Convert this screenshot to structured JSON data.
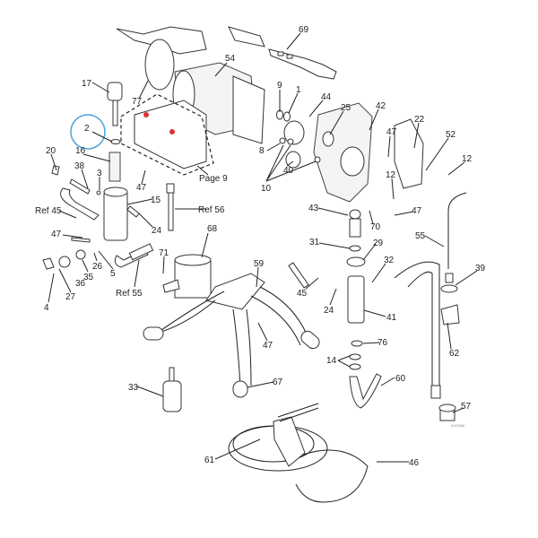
{
  "diagram": {
    "figure_id": "ti13256b",
    "highlight_color": "#4aa3d8",
    "callouts": {
      "c69": "69",
      "c54": "54",
      "c17": "17",
      "c77": "77",
      "c2": "2",
      "c9": "9",
      "c1": "1",
      "c44": "44",
      "c25": "25",
      "c42": "42",
      "c47a": "47",
      "c22": "22",
      "c52": "52",
      "c8": "8",
      "c40": "40",
      "c10": "10",
      "c12a": "12",
      "c12b": "12",
      "c20": "20",
      "c16": "16",
      "c38": "38",
      "c3": "3",
      "page9": "Page 9",
      "c47b": "47",
      "c15": "15",
      "ref45": "Ref 45",
      "ref56": "Ref 56",
      "c24a": "24",
      "c43": "43",
      "c70": "70",
      "c47c": "47",
      "c55": "55",
      "c68": "68",
      "c31": "31",
      "c29": "29",
      "c47d": "47",
      "c26": "26",
      "c5": "5",
      "c35": "35",
      "c36": "36",
      "c27": "27",
      "ref55": "Ref 55",
      "c71": "71",
      "c59": "59",
      "c32": "32",
      "c39": "39",
      "c45": "45",
      "c24b": "24",
      "c41": "41",
      "c4": "4",
      "c62": "62",
      "c76": "76",
      "c47e": "47",
      "c14": "14",
      "c60": "60",
      "c67": "67",
      "c33": "33",
      "c57": "57",
      "c61": "61",
      "c46": "46"
    }
  }
}
